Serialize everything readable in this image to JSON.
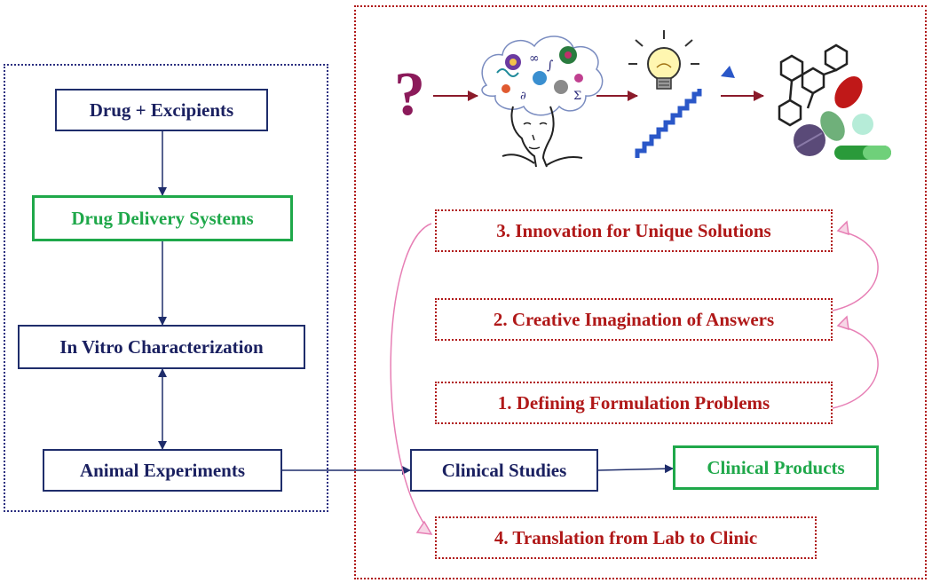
{
  "left_panel": {
    "drug_excipients": "Drug + Excipients",
    "drug_delivery_systems": "Drug Delivery Systems",
    "in_vitro": "In Vitro Characterization",
    "animal_experiments": "Animal Experiments"
  },
  "right_panel": {
    "question_mark": "?",
    "step3": "3. Innovation for Unique Solutions",
    "step2": "2. Creative Imagination of Answers",
    "step1": "1. Defining Formulation  Problems",
    "step4": "4. Translation from Lab to Clinic",
    "clinical_studies": "Clinical Studies",
    "clinical_products": "Clinical Products"
  },
  "colors": {
    "navy": "#1f2d6b",
    "green": "#1fa84a",
    "red": "#b01818",
    "pink": "#e77fb5"
  }
}
